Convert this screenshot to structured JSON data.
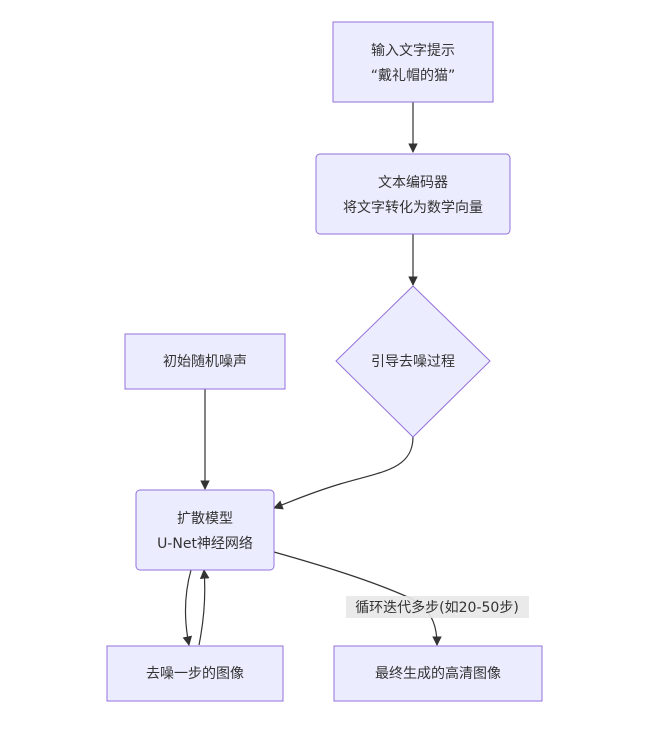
{
  "diagram": {
    "type": "flowchart",
    "colors": {
      "node_fill": "#ECECFF",
      "node_stroke": "#9370DB",
      "edge": "#333333",
      "edge_label_bg": "#E8E8E8",
      "text": "#333333"
    },
    "nodes": [
      {
        "id": "A",
        "shape": "rect",
        "lines": [
          "输入文字提示",
          "“戴礼帽的猫”"
        ]
      },
      {
        "id": "B",
        "shape": "rect",
        "lines": [
          "文本编码器",
          "将文字转化为数学向量"
        ]
      },
      {
        "id": "C",
        "shape": "diamond",
        "lines": [
          "引导去噪过程"
        ]
      },
      {
        "id": "D",
        "shape": "rect",
        "lines": [
          "初始随机噪声"
        ]
      },
      {
        "id": "E",
        "shape": "rect",
        "lines": [
          "扩散模型",
          "U-Net神经网络"
        ]
      },
      {
        "id": "F",
        "shape": "rect",
        "lines": [
          "去噪一步的图像"
        ]
      },
      {
        "id": "G",
        "shape": "rect",
        "lines": [
          "最终生成的高清图像"
        ]
      }
    ],
    "edges": [
      {
        "from": "A",
        "to": "B",
        "label": ""
      },
      {
        "from": "B",
        "to": "C",
        "label": ""
      },
      {
        "from": "C",
        "to": "E",
        "label": ""
      },
      {
        "from": "D",
        "to": "E",
        "label": ""
      },
      {
        "from": "E",
        "to": "F",
        "label": ""
      },
      {
        "from": "F",
        "to": "E",
        "label": ""
      },
      {
        "from": "E",
        "to": "G",
        "label": "循环迭代多步(如20-50步)"
      }
    ]
  }
}
